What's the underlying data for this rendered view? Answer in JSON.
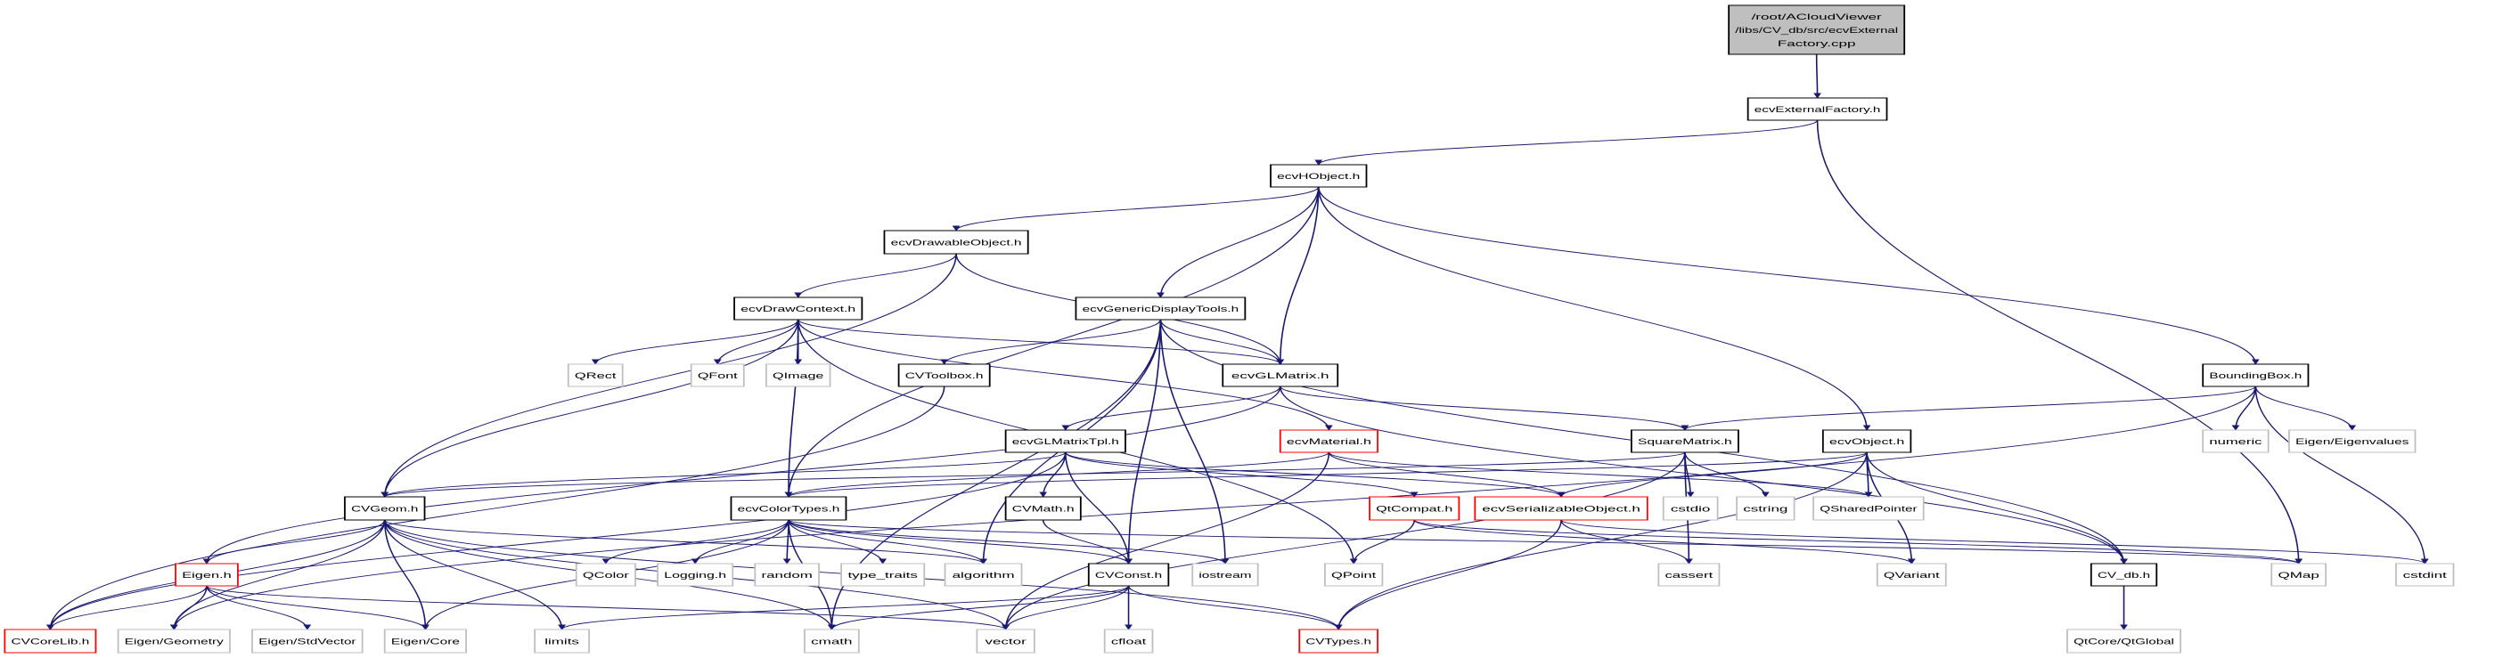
{
  "colors": {
    "edge": "#191970",
    "root_fill": "#bfbfbf",
    "documented_border": "#000000",
    "undocumented_border": "#bfbfbf",
    "truncated_border": "#ff0000",
    "node_fill": "#ffffff"
  },
  "nodes": [
    {
      "id": "root",
      "label": [
        "/root/ACloudViewer",
        "/libs/CV_db/src/ecvExternal",
        "Factory.cpp"
      ],
      "style": "root"
    },
    {
      "id": "ecvExternalFactory",
      "label": [
        "ecvExternalFactory.h"
      ],
      "style": "documented"
    },
    {
      "id": "ecvHObject",
      "label": [
        "ecvHObject.h"
      ],
      "style": "documented"
    },
    {
      "id": "ecvDrawableObject",
      "label": [
        "ecvDrawableObject.h"
      ],
      "style": "documented"
    },
    {
      "id": "ecvDrawContext",
      "label": [
        "ecvDrawContext.h"
      ],
      "style": "documented"
    },
    {
      "id": "ecvGenericDisplayTools",
      "label": [
        "ecvGenericDisplayTools.h"
      ],
      "style": "documented"
    },
    {
      "id": "QRect",
      "label": [
        "QRect"
      ],
      "style": "external"
    },
    {
      "id": "QFont",
      "label": [
        "QFont"
      ],
      "style": "external"
    },
    {
      "id": "QImage",
      "label": [
        "QImage"
      ],
      "style": "external"
    },
    {
      "id": "CVToolbox",
      "label": [
        "CVToolbox.h"
      ],
      "style": "documented"
    },
    {
      "id": "ecvGLMatrix",
      "label": [
        "ecvGLMatrix.h"
      ],
      "style": "documented"
    },
    {
      "id": "BoundingBox",
      "label": [
        "BoundingBox.h"
      ],
      "style": "documented"
    },
    {
      "id": "ecvGLMatrixTpl",
      "label": [
        "ecvGLMatrixTpl.h"
      ],
      "style": "documented"
    },
    {
      "id": "ecvMaterial",
      "label": [
        "ecvMaterial.h"
      ],
      "style": "truncated"
    },
    {
      "id": "SquareMatrix",
      "label": [
        "SquareMatrix.h"
      ],
      "style": "documented"
    },
    {
      "id": "ecvObject",
      "label": [
        "ecvObject.h"
      ],
      "style": "documented"
    },
    {
      "id": "numeric",
      "label": [
        "numeric"
      ],
      "style": "external"
    },
    {
      "id": "EigenEigenvalues",
      "label": [
        "Eigen/Eigenvalues"
      ],
      "style": "external"
    },
    {
      "id": "CVGeom",
      "label": [
        "CVGeom.h"
      ],
      "style": "documented"
    },
    {
      "id": "ecvColorTypes",
      "label": [
        "ecvColorTypes.h"
      ],
      "style": "documented"
    },
    {
      "id": "CVMath",
      "label": [
        "CVMath.h"
      ],
      "style": "documented"
    },
    {
      "id": "QtCompat",
      "label": [
        "QtCompat.h"
      ],
      "style": "truncated"
    },
    {
      "id": "ecvSerializableObject",
      "label": [
        "ecvSerializableObject.h"
      ],
      "style": "truncated"
    },
    {
      "id": "cstdio",
      "label": [
        "cstdio"
      ],
      "style": "external"
    },
    {
      "id": "cstring",
      "label": [
        "cstring"
      ],
      "style": "external"
    },
    {
      "id": "QSharedPointer",
      "label": [
        "QSharedPointer"
      ],
      "style": "external"
    },
    {
      "id": "EigenH",
      "label": [
        "Eigen.h"
      ],
      "style": "truncated"
    },
    {
      "id": "QColor",
      "label": [
        "QColor"
      ],
      "style": "external"
    },
    {
      "id": "Logging",
      "label": [
        "Logging.h"
      ],
      "style": "external"
    },
    {
      "id": "random",
      "label": [
        "random"
      ],
      "style": "external"
    },
    {
      "id": "type_traits",
      "label": [
        "type_traits"
      ],
      "style": "external"
    },
    {
      "id": "algorithm",
      "label": [
        "algorithm"
      ],
      "style": "external"
    },
    {
      "id": "CVConst",
      "label": [
        "CVConst.h"
      ],
      "style": "documented"
    },
    {
      "id": "iostream",
      "label": [
        "iostream"
      ],
      "style": "external"
    },
    {
      "id": "QPoint",
      "label": [
        "QPoint"
      ],
      "style": "external"
    },
    {
      "id": "cassert",
      "label": [
        "cassert"
      ],
      "style": "external"
    },
    {
      "id": "QVariant",
      "label": [
        "QVariant"
      ],
      "style": "external"
    },
    {
      "id": "CV_db",
      "label": [
        "CV_db.h"
      ],
      "style": "documented"
    },
    {
      "id": "QMap",
      "label": [
        "QMap"
      ],
      "style": "external"
    },
    {
      "id": "cstdint",
      "label": [
        "cstdint"
      ],
      "style": "external"
    },
    {
      "id": "CVCoreLib",
      "label": [
        "CVCoreLib.h"
      ],
      "style": "truncated"
    },
    {
      "id": "EigenGeometry",
      "label": [
        "Eigen/Geometry"
      ],
      "style": "external"
    },
    {
      "id": "EigenStdVector",
      "label": [
        "Eigen/StdVector"
      ],
      "style": "external"
    },
    {
      "id": "EigenCore",
      "label": [
        "Eigen/Core"
      ],
      "style": "external"
    },
    {
      "id": "limits",
      "label": [
        "limits"
      ],
      "style": "external"
    },
    {
      "id": "cmath",
      "label": [
        "cmath"
      ],
      "style": "external"
    },
    {
      "id": "vector",
      "label": [
        "vector"
      ],
      "style": "external"
    },
    {
      "id": "cfloat",
      "label": [
        "cfloat"
      ],
      "style": "external"
    },
    {
      "id": "CVTypes",
      "label": [
        "CVTypes.h"
      ],
      "style": "truncated"
    },
    {
      "id": "QtCoreQtGlobal",
      "label": [
        "QtCore/QtGlobal"
      ],
      "style": "external"
    }
  ],
  "edges": [
    [
      "root",
      "ecvExternalFactory"
    ],
    [
      "ecvExternalFactory",
      "ecvHObject"
    ],
    [
      "ecvExternalFactory",
      "QMap"
    ],
    [
      "ecvHObject",
      "ecvDrawableObject"
    ],
    [
      "ecvHObject",
      "ecvColorTypes"
    ],
    [
      "ecvHObject",
      "ecvGenericDisplayTools"
    ],
    [
      "ecvHObject",
      "ecvGLMatrix"
    ],
    [
      "ecvHObject",
      "ecvObject"
    ],
    [
      "ecvHObject",
      "BoundingBox"
    ],
    [
      "ecvDrawableObject",
      "ecvDrawContext"
    ],
    [
      "ecvDrawableObject",
      "CVGeom"
    ],
    [
      "ecvDrawableObject",
      "ecvGLMatrix"
    ],
    [
      "ecvDrawContext",
      "QRect"
    ],
    [
      "ecvDrawContext",
      "QFont"
    ],
    [
      "ecvDrawContext",
      "QImage"
    ],
    [
      "ecvDrawContext",
      "CVGeom"
    ],
    [
      "ecvDrawContext",
      "ecvColorTypes"
    ],
    [
      "ecvDrawContext",
      "ecvGLMatrix"
    ],
    [
      "ecvDrawContext",
      "ecvMaterial"
    ],
    [
      "ecvDrawContext",
      "QPoint"
    ],
    [
      "ecvGenericDisplayTools",
      "CVToolbox"
    ],
    [
      "ecvGenericDisplayTools",
      "ecvGLMatrix"
    ],
    [
      "ecvGenericDisplayTools",
      "CVConst"
    ],
    [
      "ecvGenericDisplayTools",
      "iostream"
    ],
    [
      "ecvGenericDisplayTools",
      "algorithm"
    ],
    [
      "ecvGenericDisplayTools",
      "cmath"
    ],
    [
      "ecvGenericDisplayTools",
      "CV_db"
    ],
    [
      "CVToolbox",
      "CVCoreLib"
    ],
    [
      "ecvGLMatrix",
      "ecvGLMatrixTpl"
    ],
    [
      "ecvGLMatrix",
      "SquareMatrix"
    ],
    [
      "ecvGLMatrix",
      "CV_db"
    ],
    [
      "ecvGLMatrix",
      "EigenH"
    ],
    [
      "BoundingBox",
      "SquareMatrix"
    ],
    [
      "BoundingBox",
      "numeric"
    ],
    [
      "BoundingBox",
      "EigenEigenvalues"
    ],
    [
      "BoundingBox",
      "cstdint"
    ],
    [
      "BoundingBox",
      "EigenGeometry"
    ],
    [
      "ecvGLMatrixTpl",
      "CVGeom"
    ],
    [
      "ecvGLMatrixTpl",
      "CVMath"
    ],
    [
      "ecvGLMatrixTpl",
      "CVConst"
    ],
    [
      "ecvGLMatrixTpl",
      "QtCompat"
    ],
    [
      "ecvGLMatrixTpl",
      "ecvSerializableObject"
    ],
    [
      "ecvGLMatrixTpl",
      "CVCoreLib"
    ],
    [
      "ecvMaterial",
      "ecvColorTypes"
    ],
    [
      "ecvMaterial",
      "ecvSerializableObject"
    ],
    [
      "ecvMaterial",
      "QSharedPointer"
    ],
    [
      "ecvMaterial",
      "vector"
    ],
    [
      "SquareMatrix",
      "CVGeom"
    ],
    [
      "SquareMatrix",
      "cstdio"
    ],
    [
      "SquareMatrix",
      "cstring"
    ],
    [
      "SquareMatrix",
      "cassert"
    ],
    [
      "SquareMatrix",
      "vector"
    ],
    [
      "ecvObject",
      "ecvSerializableObject"
    ],
    [
      "ecvObject",
      "QSharedPointer"
    ],
    [
      "ecvObject",
      "QVariant"
    ],
    [
      "ecvObject",
      "CV_db"
    ],
    [
      "ecvObject",
      "CVTypes"
    ],
    [
      "ecvObject",
      "ecvColorTypes"
    ],
    [
      "CVGeom",
      "CVCoreLib"
    ],
    [
      "CVGeom",
      "EigenH"
    ],
    [
      "CVGeom",
      "EigenGeometry"
    ],
    [
      "CVGeom",
      "EigenCore"
    ],
    [
      "CVGeom",
      "limits"
    ],
    [
      "CVGeom",
      "cmath"
    ],
    [
      "CVGeom",
      "vector"
    ],
    [
      "CVGeom",
      "algorithm"
    ],
    [
      "CVGeom",
      "CVTypes"
    ],
    [
      "ecvColorTypes",
      "QColor"
    ],
    [
      "ecvColorTypes",
      "Logging"
    ],
    [
      "ecvColorTypes",
      "random"
    ],
    [
      "ecvColorTypes",
      "type_traits"
    ],
    [
      "ecvColorTypes",
      "algorithm"
    ],
    [
      "ecvColorTypes",
      "CVConst"
    ],
    [
      "ecvColorTypes",
      "iostream"
    ],
    [
      "ecvColorTypes",
      "EigenCore"
    ],
    [
      "ecvColorTypes",
      "cmath"
    ],
    [
      "ecvColorTypes",
      "QMap"
    ],
    [
      "EigenH",
      "CVCoreLib"
    ],
    [
      "EigenH",
      "EigenGeometry"
    ],
    [
      "EigenH",
      "EigenStdVector"
    ],
    [
      "EigenH",
      "EigenCore"
    ],
    [
      "EigenH",
      "vector"
    ],
    [
      "CVMath",
      "CVConst"
    ],
    [
      "CVConst",
      "limits"
    ],
    [
      "CVConst",
      "cmath"
    ],
    [
      "CVConst",
      "cfloat"
    ],
    [
      "CVConst",
      "CVTypes"
    ],
    [
      "CVConst",
      "vector"
    ],
    [
      "QtCompat",
      "QPoint"
    ],
    [
      "QtCompat",
      "QVariant"
    ],
    [
      "QtCompat",
      "QMap"
    ],
    [
      "ecvSerializableObject",
      "cassert"
    ],
    [
      "ecvSerializableObject",
      "CVTypes"
    ],
    [
      "ecvSerializableObject",
      "cstdint"
    ],
    [
      "CV_db",
      "QtCoreQtGlobal"
    ]
  ]
}
